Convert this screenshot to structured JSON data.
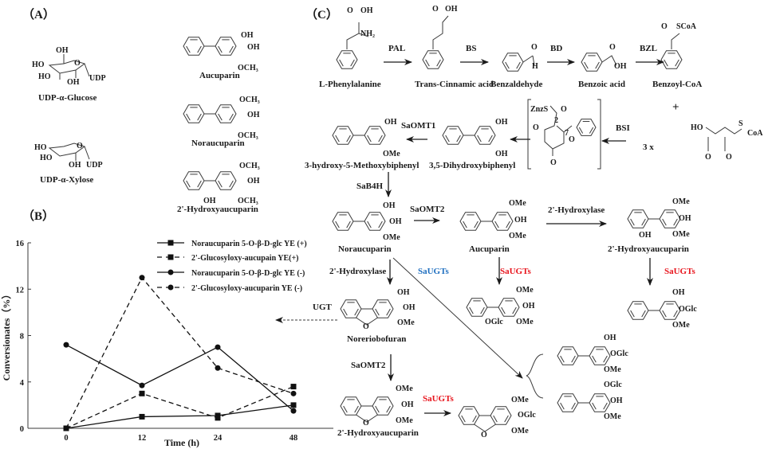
{
  "panel_a": {
    "label": "（A）",
    "sugars": [
      {
        "name": "UDP-α-Glucose",
        "substituents": [
          "OH",
          "HO",
          "HO",
          "OH",
          "UDP",
          "O"
        ]
      },
      {
        "name": "UDP-α-Xylose",
        "substituents": [
          "HO",
          "HO",
          "OH",
          "UDP",
          "O"
        ]
      }
    ],
    "biphenyls": [
      {
        "name": "Aucuparin",
        "substituents": [
          "OH",
          "OH",
          "OCH₃"
        ]
      },
      {
        "name": "Noraucuparin",
        "substituents": [
          "OCH₃",
          "OH",
          "OCH₃"
        ]
      },
      {
        "name": "2'-Hydroxyaucuparin",
        "substituents": [
          "OCH₃",
          "OH",
          "OCH₃",
          "OH"
        ]
      }
    ]
  },
  "panel_b": {
    "label": "（B）"
  },
  "panel_c": {
    "label": "（C）",
    "row1": [
      {
        "name": "L-Phenylalanine",
        "substituents": [
          "O",
          "OH",
          "NH₂"
        ]
      },
      {
        "name": "Trans-Cinnamic acid",
        "substituents": [
          "O",
          "OH"
        ]
      },
      {
        "name": "Benzaldehyde",
        "substituents": [
          "O",
          "H"
        ]
      },
      {
        "name": "Benzoic acid",
        "substituents": [
          "O",
          "OH"
        ]
      },
      {
        "name": "Benzoyl-CoA",
        "substituents": [
          "O",
          "SCoA"
        ]
      }
    ],
    "enzymes_row1": [
      "PAL",
      "BS",
      "BD",
      "BZL"
    ],
    "plus": "+",
    "malonyl": {
      "multiplier": "3 x",
      "substituents": [
        "HO",
        "S",
        "CoA",
        "O",
        "O"
      ]
    },
    "intermediate": {
      "substituents": [
        "ZnzS",
        "O",
        "O",
        "O",
        "O",
        "2",
        "7"
      ]
    },
    "enzymes_row2": [
      "BSI",
      "SaOMT1",
      "SaB4H"
    ],
    "row2": [
      {
        "name": "3,5-Dihydroxybiphenyl",
        "substituents": [
          "OH",
          "OH"
        ]
      },
      {
        "name": "3-hydroxy-5-Methoxybiphenyl",
        "substituents": [
          "OH",
          "OMe"
        ]
      }
    ],
    "row3": [
      {
        "name": "Noraucuparin",
        "substituents": [
          "OH",
          "OH",
          "OMe"
        ]
      },
      {
        "name": "Aucuparin",
        "substituents": [
          "OMe",
          "OH",
          "OMe"
        ]
      },
      {
        "name": "2'-Hydroxyaucuparin",
        "substituents": [
          "OMe",
          "OH",
          "OMe",
          "OH"
        ]
      }
    ],
    "enzymes_row3": [
      "SaOMT2",
      "2'-Hydroxylase"
    ],
    "branch_labels": {
      "hydroxylase": "2'-Hydroxylase",
      "saugts_blue": "SaUGTs",
      "saugts_red_1": "SaUGTs",
      "saugts_red_2": "SaUGTs",
      "saugts_red_3": "SaUGTs",
      "ugt": "UGT",
      "saomt2": "SaOMT2"
    },
    "glucosides": [
      {
        "substituents": [
          "OMe",
          "OH",
          "OMe",
          "OGlc"
        ]
      },
      {
        "substituents": [
          "OH",
          "OGlc",
          "OMe"
        ]
      },
      {
        "substituents": [
          "OH",
          "OGlc",
          "OMe"
        ]
      },
      {
        "substituents": [
          "OGlc",
          "OH",
          "OMe"
        ]
      },
      {
        "substituents": [
          "OMe",
          "OGlc",
          "OMe",
          "O"
        ]
      }
    ],
    "furans": [
      {
        "name": "Noreriobofuran",
        "substituents": [
          "OH",
          "OH",
          "OMe",
          "O"
        ]
      },
      {
        "name": "2'-Hydroxyaucuparin",
        "substituents": [
          "OMe",
          "OH",
          "OMe",
          "O"
        ]
      }
    ],
    "colors": {
      "red": "#e8141c",
      "blue": "#1f6fc0"
    }
  },
  "chart_data": {
    "type": "line",
    "title": "",
    "xlabel": "Time (h)",
    "ylabel": "Conversionates（%）",
    "categories": [
      "0",
      "12",
      "24",
      "48"
    ],
    "yticks": [
      "0",
      "4",
      "8",
      "12",
      "16"
    ],
    "ylim": [
      0,
      16
    ],
    "grid": false,
    "legend_position": "top-right",
    "series": [
      {
        "name": "Noraucuparin 5-O-β-D-glc YE (+)",
        "style": "solid",
        "marker": "square",
        "values": [
          0,
          1.0,
          1.1,
          2.0
        ]
      },
      {
        "name": "2'-Glucosyloxy-aucupain  YE(+)",
        "style": "dashed",
        "marker": "square",
        "values": [
          0,
          3.0,
          0.9,
          3.6
        ]
      },
      {
        "name": "Noraucuparin 5-O-β-D-glc YE (-)",
        "style": "solid",
        "marker": "circle",
        "values": [
          7.2,
          3.7,
          7.0,
          1.5
        ]
      },
      {
        "name": "2'-Glucosyloxy-aucuparin YE (-)",
        "style": "dashed",
        "marker": "circle",
        "values": [
          0,
          13.0,
          5.2,
          3.0
        ]
      }
    ]
  }
}
